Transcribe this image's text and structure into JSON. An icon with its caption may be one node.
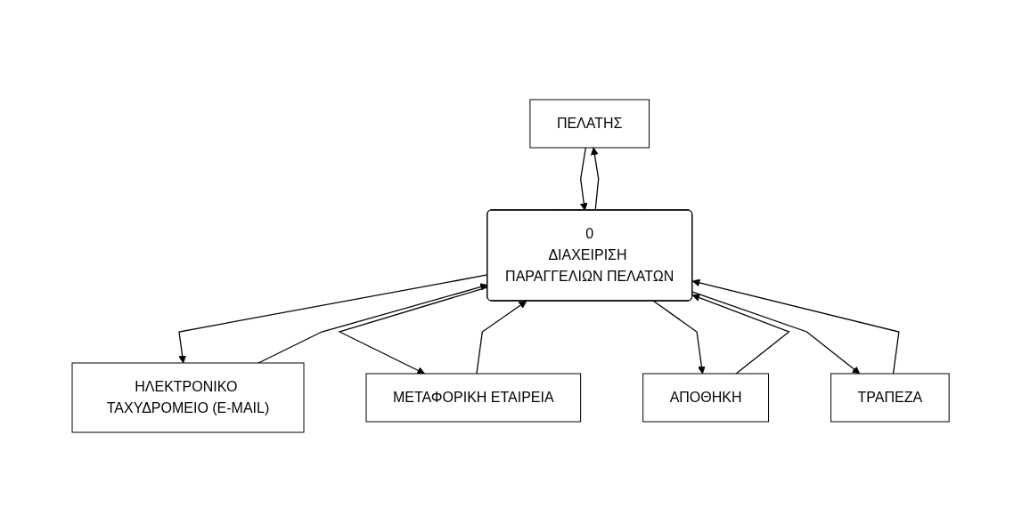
{
  "diagram": {
    "nodes": [
      {
        "text": [
          "ΠΕΛΑΤΗΣ"
        ]
      },
      {
        "text": [
          "ΗΛΕΚΤΡΟΝΙΚΟ ΤΑΧΥΔΡΟΜΕΙΟ (E-MAIL)"
        ]
      },
      {
        "text": [
          "ΜΕΤΑΦΟΡΙΚΗ ΕΤΑΙΡΕΙΑ"
        ]
      },
      {
        "text": [
          "0",
          "ΔΙΑΧΕΙΡΙΣΗ ΠΑΡΑΓΓΕΛΙΩΝ ΠΕΛΑΤΩΝ"
        ]
      },
      {
        "text": [
          "ΑΠΟΘΗΚΗ"
        ]
      },
      {
        "text": [
          "ΤΡΑΠΕΖΑ"
        ]
      }
    ],
    "edges": [
      {
        "from": 3,
        "to": 0,
        "arrow": "to"
      },
      {
        "from": 0,
        "to": 3,
        "arrow": "to"
      },
      {
        "from": 3,
        "to": 1,
        "arrow": "to"
      },
      {
        "from": 1,
        "to": 3,
        "arrow": "to"
      },
      {
        "from": 3,
        "to": 2,
        "arrow": "to"
      },
      {
        "from": 2,
        "to": 3,
        "arrow": "to"
      },
      {
        "from": 3,
        "to": 4,
        "arrow": "to"
      },
      {
        "from": 4,
        "to": 3,
        "arrow": "to"
      },
      {
        "from": 3,
        "to": 5,
        "arrow": "to"
      },
      {
        "from": 5,
        "to": 3,
        "arrow": "to"
      }
    ]
  }
}
